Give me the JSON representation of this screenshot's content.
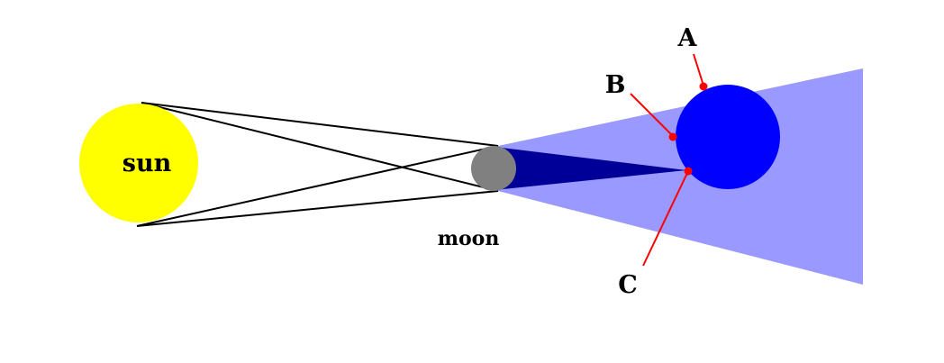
{
  "labels": {
    "sun": "sun",
    "moon": "moon",
    "point_a": "A",
    "point_b": "B",
    "point_c": "C"
  },
  "colors": {
    "background": "#ffffff",
    "sun": "#ffff00",
    "moon": "#808080",
    "earth": "#0000ff",
    "penumbra": "#9999ff",
    "umbra": "#000099",
    "rays": "#000000",
    "point_markers": "#ff0000",
    "leader_lines": "#ff0000"
  }
}
